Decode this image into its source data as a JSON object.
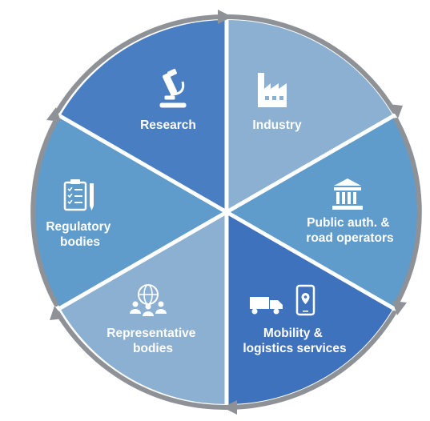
{
  "diagram": {
    "segments": [
      {
        "id": "research",
        "lines": [
          "Research"
        ],
        "icon": "microscope-icon",
        "color": "#4a7ec2"
      },
      {
        "id": "industry",
        "lines": [
          "Industry"
        ],
        "icon": "factory-icon",
        "color": "#8cb0d2"
      },
      {
        "id": "public",
        "lines": [
          "Public auth. &",
          "road operators"
        ],
        "icon": "government-building-icon",
        "color": "#5f9ccb"
      },
      {
        "id": "mobility",
        "lines": [
          "Mobility &",
          "logistics services"
        ],
        "icon": "truck-and-phone-location-icon",
        "color": "#3f72bd"
      },
      {
        "id": "representative",
        "lines": [
          "Representative",
          "bodies"
        ],
        "icon": "people-network-icon",
        "color": "#8cb0d2"
      },
      {
        "id": "regulatory",
        "lines": [
          "Regulatory",
          "bodies"
        ],
        "icon": "clipboard-checklist-pen-icon",
        "color": "#5f9ccb"
      }
    ],
    "ring_color": "#8e9297"
  }
}
